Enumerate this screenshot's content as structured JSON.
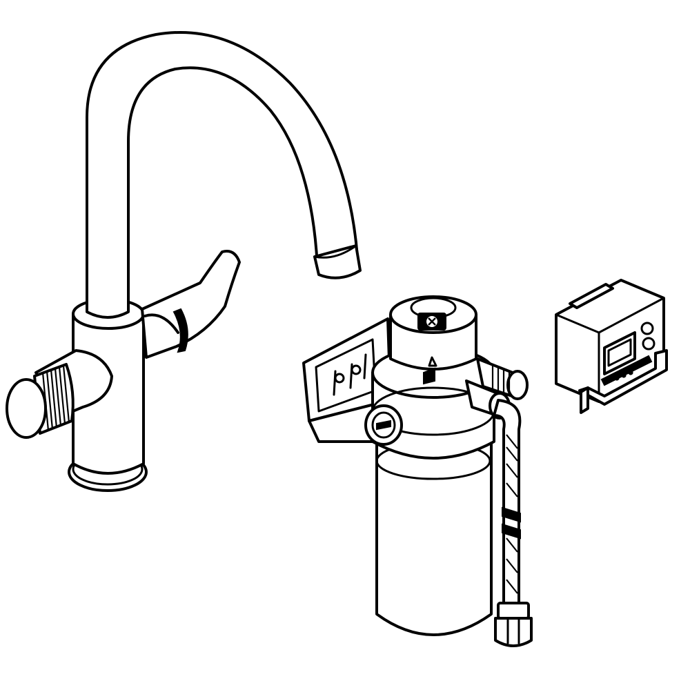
{
  "colors": {
    "line": "#000000",
    "background": "#ffffff"
  },
  "components": [
    {
      "id": "faucet",
      "icon": "kitchen-faucet-icon"
    },
    {
      "id": "filter",
      "icon": "water-filter-icon"
    },
    {
      "id": "monitor",
      "icon": "filter-monitor-icon"
    }
  ]
}
